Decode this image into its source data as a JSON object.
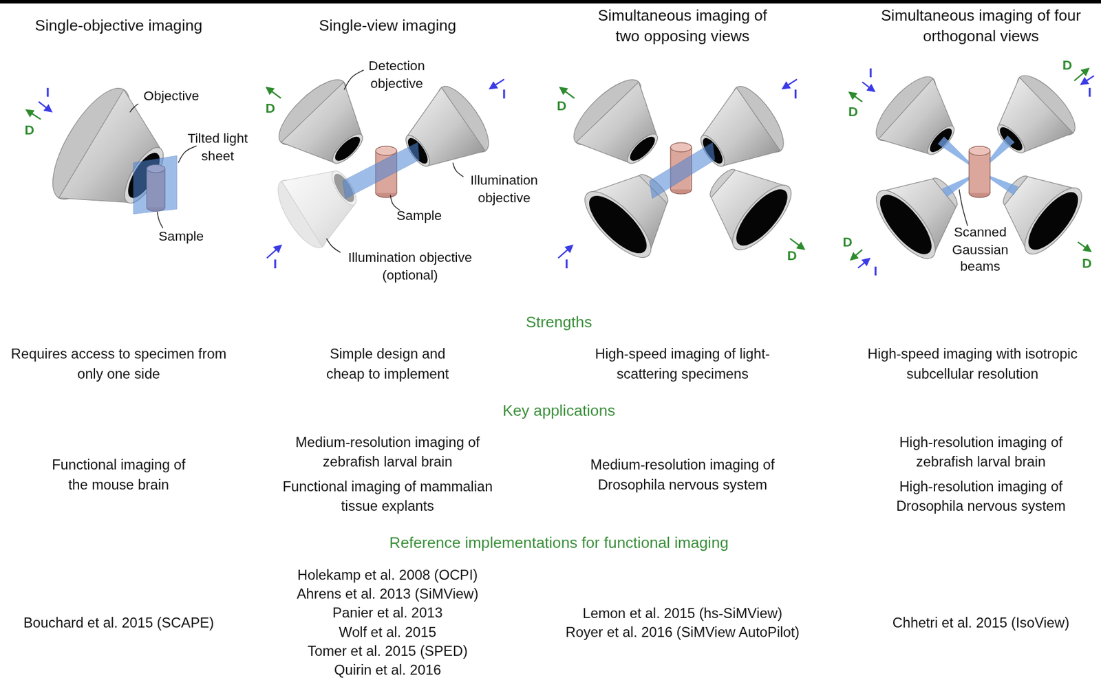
{
  "diagram": {
    "labels": [
      "Single-objective imaging",
      "Single-view imaging",
      "Simultaneous imaging of two opposing views",
      "Simultaneous imaging of four orthogonal views",
      "I",
      "D",
      "Objective",
      "Tilted light sheet",
      "Sample",
      "D",
      "Detection objective",
      "I",
      "Illumination objective",
      "Sample",
      "I",
      "Illumination objective (optional)",
      "D",
      "I",
      "I",
      "D",
      "I",
      "D",
      "D",
      "I",
      "Scanned Gaussian beams",
      "D",
      "I",
      "D",
      "Strengths",
      "Requires access to specimen from only one side",
      "Simple design and cheap to implement",
      "High-speed imaging of light-scattering specimens",
      "High-speed imaging with isotropic subcellular resolution",
      "Key applications",
      "Functional imaging of the mouse brain",
      "Medium-resolution imaging of zebrafish larval brain",
      "Functional imaging of mammalian tissue explants",
      "Medium-resolution imaging of Drosophila nervous system",
      "High-resolution imaging of zebrafish larval brain",
      "High-resolution imaging of Drosophila nervous system",
      "Reference implementations for functional imaging",
      "Bouchard et al. 2015 (SCAPE)",
      "Holekamp et al. 2008 (OCPI)",
      "Ahrens et al. 2013 (SiMView)",
      "Panier et al. 2013",
      "Wolf et al. 2015",
      "Tomer et al. 2015 (SPED)",
      "Quirin et al. 2016",
      "Lemon et al. 2015 (hs-SiMView)",
      "Royer et al. 2016 (SiMView AutoPilot)",
      "Chhetri et al. 2015 (IsoView)"
    ]
  }
}
